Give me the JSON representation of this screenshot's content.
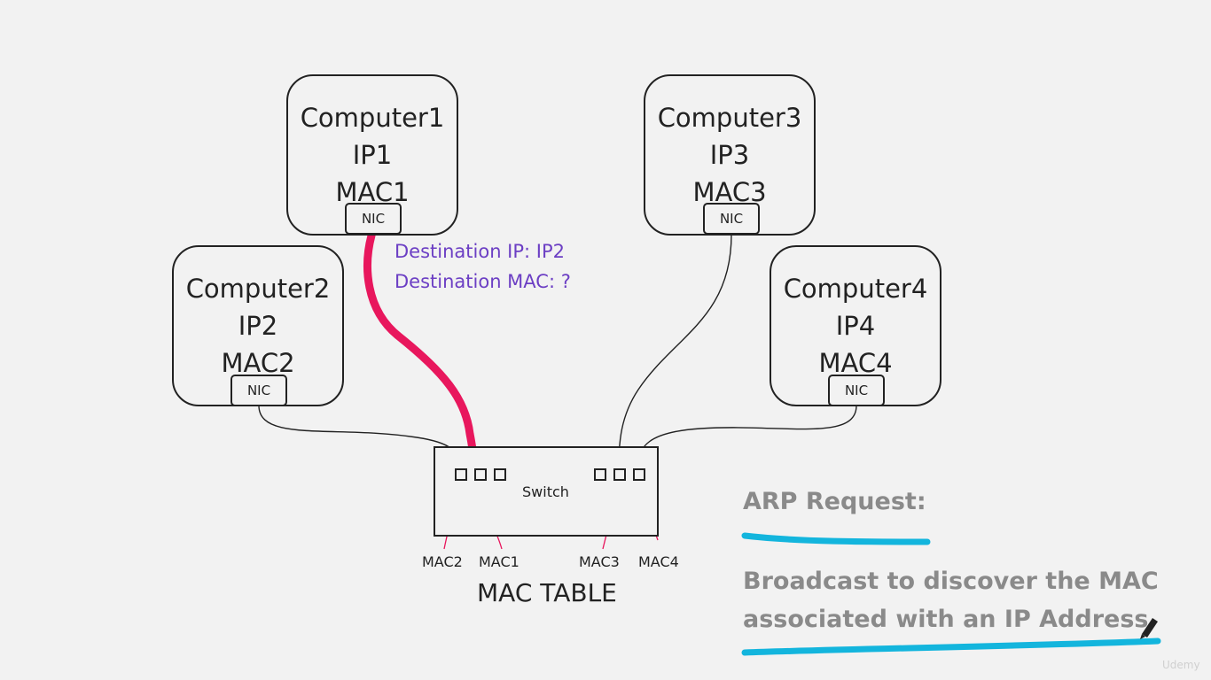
{
  "computers": [
    {
      "name": "Computer1",
      "ip": "IP1",
      "mac": "MAC1",
      "nic": "NIC"
    },
    {
      "name": "Computer2",
      "ip": "IP2",
      "mac": "MAC2",
      "nic": "NIC"
    },
    {
      "name": "Computer3",
      "ip": "IP3",
      "mac": "MAC3",
      "nic": "NIC"
    },
    {
      "name": "Computer4",
      "ip": "IP4",
      "mac": "MAC4",
      "nic": "NIC"
    }
  ],
  "switch": {
    "label": "Switch"
  },
  "mac_labels": [
    "MAC2",
    "MAC1",
    "MAC3",
    "MAC4"
  ],
  "mac_table_title": "MAC TABLE",
  "packet": {
    "dest_ip": "Destination IP: IP2",
    "dest_mac": "Destination MAC: ?"
  },
  "notes": {
    "heading": "ARP Request:",
    "line1": "Broadcast to discover the MAC",
    "line2": "associated with an IP Address"
  },
  "watermark": "Udemy",
  "colors": {
    "highlight": "#e8175d",
    "annotation": "#6c3fc4",
    "underline": "#13b5dd",
    "notes_text": "#8a8a8a"
  }
}
